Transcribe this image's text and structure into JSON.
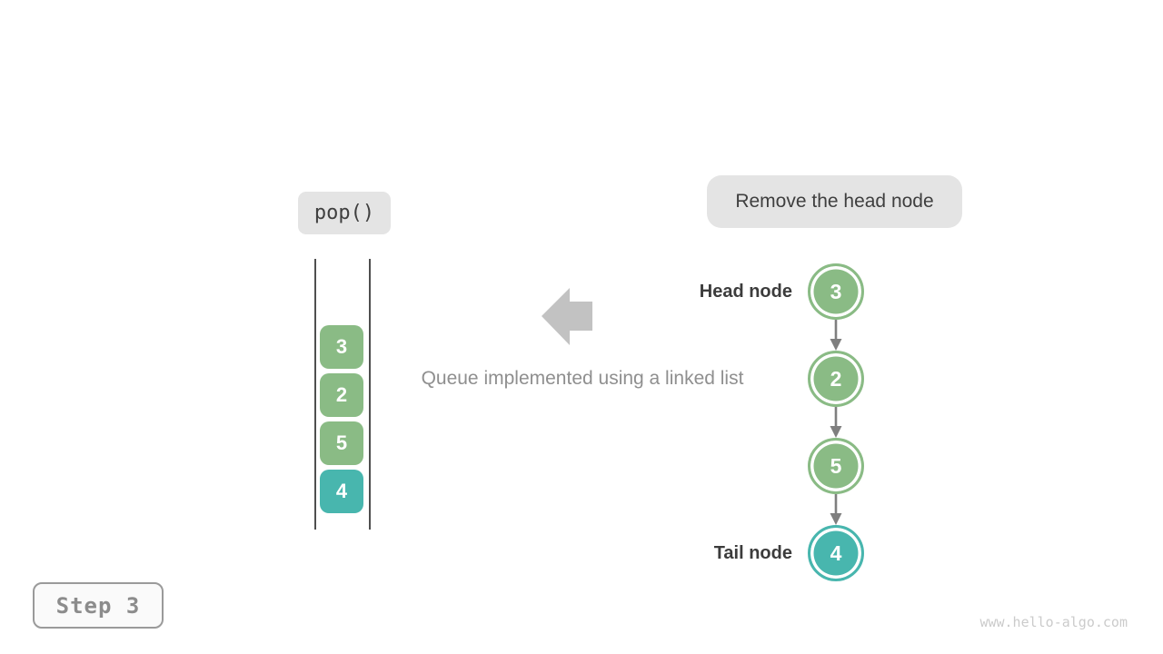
{
  "labels": {
    "operation": "pop()",
    "caption": "Remove the head node",
    "description": "Queue implemented using a linked list",
    "head_label": "Head node",
    "tail_label": "Tail node",
    "step_label": "Step 3",
    "watermark": "www.hello-algo.com"
  },
  "queue_stack": {
    "items": [
      {
        "value": "3",
        "color": "#8ABB85"
      },
      {
        "value": "2",
        "color": "#8ABB85"
      },
      {
        "value": "5",
        "color": "#8ABB85"
      },
      {
        "value": "4",
        "color": "#48B6AE"
      }
    ]
  },
  "linked_list": {
    "nodes": [
      {
        "value": "3",
        "color": "#8ABB85",
        "role": "head"
      },
      {
        "value": "2",
        "color": "#8ABB85",
        "role": ""
      },
      {
        "value": "5",
        "color": "#8ABB85",
        "role": ""
      },
      {
        "value": "4",
        "color": "#48B6AE",
        "role": "tail"
      }
    ]
  },
  "colors": {
    "node_green": "#8ABB85",
    "node_teal": "#48B6AE",
    "label_box_bg": "#e4e4e4",
    "dark_text": "#3f3f3f",
    "gray_text": "#8f8f8f",
    "arrow_gray": "#c2c2c2",
    "connector_gray": "#7f7f7f",
    "container_line": "#4f4f4f",
    "watermark_gray": "#cbcbcb"
  }
}
